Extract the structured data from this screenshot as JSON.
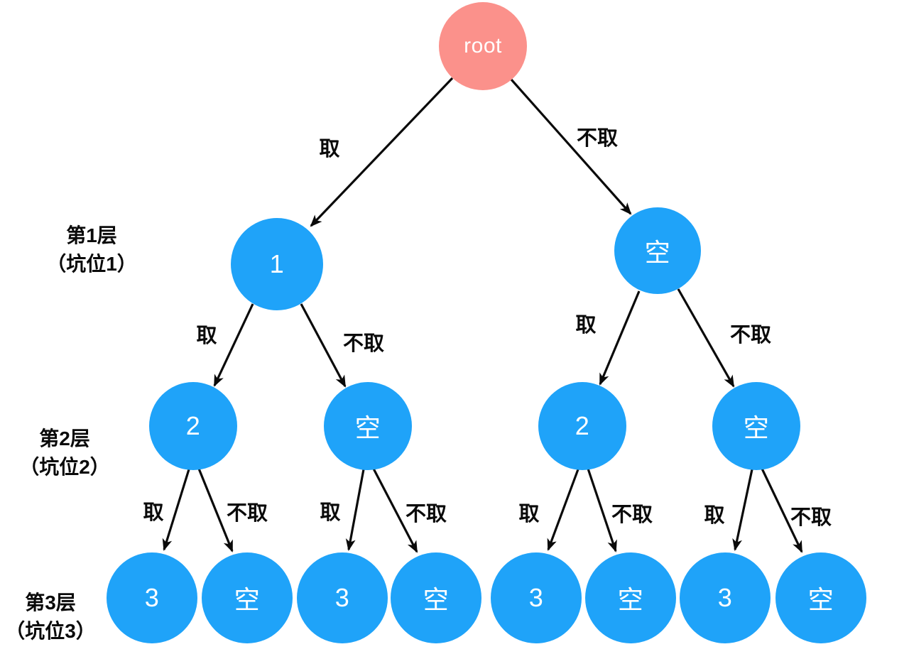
{
  "diagram": {
    "title": "subset-enumeration-decision-tree",
    "colors": {
      "node_blue": "#1FA3F9",
      "root_pink": "#FB918B",
      "arrow": "#0a0a0a",
      "label_black": "#0a0a0a",
      "node_text": "#ffffff"
    },
    "nodes": [
      {
        "id": "root",
        "label": "root"
      },
      {
        "id": "l1-take",
        "label": "1"
      },
      {
        "id": "l1-skip",
        "label": "空"
      },
      {
        "id": "l2-1",
        "label": "2"
      },
      {
        "id": "l2-2",
        "label": "空"
      },
      {
        "id": "l2-3",
        "label": "2"
      },
      {
        "id": "l2-4",
        "label": "空"
      },
      {
        "id": "l3-1",
        "label": "3"
      },
      {
        "id": "l3-2",
        "label": "空"
      },
      {
        "id": "l3-3",
        "label": "3"
      },
      {
        "id": "l3-4",
        "label": "空"
      },
      {
        "id": "l3-5",
        "label": "3"
      },
      {
        "id": "l3-6",
        "label": "空"
      },
      {
        "id": "l3-7",
        "label": "3"
      },
      {
        "id": "l3-8",
        "label": "空"
      }
    ],
    "edges": [
      {
        "from": "root",
        "to": "l1-take",
        "label": "取"
      },
      {
        "from": "root",
        "to": "l1-skip",
        "label": "不取"
      },
      {
        "from": "l1-take",
        "to": "l2-1",
        "label": "取"
      },
      {
        "from": "l1-take",
        "to": "l2-2",
        "label": "不取"
      },
      {
        "from": "l1-skip",
        "to": "l2-3",
        "label": "取"
      },
      {
        "from": "l1-skip",
        "to": "l2-4",
        "label": "不取"
      },
      {
        "from": "l2-1",
        "to": "l3-1",
        "label": "取"
      },
      {
        "from": "l2-1",
        "to": "l3-2",
        "label": "不取"
      },
      {
        "from": "l2-2",
        "to": "l3-3",
        "label": "取"
      },
      {
        "from": "l2-2",
        "to": "l3-4",
        "label": "不取"
      },
      {
        "from": "l2-3",
        "to": "l3-5",
        "label": "取"
      },
      {
        "from": "l2-3",
        "to": "l3-6",
        "label": "不取"
      },
      {
        "from": "l2-4",
        "to": "l3-7",
        "label": "取"
      },
      {
        "from": "l2-4",
        "to": "l3-8",
        "label": "不取"
      }
    ],
    "level_labels": [
      {
        "line1": "第1层",
        "line2": "（坑位1）"
      },
      {
        "line1": "第2层",
        "line2": "（坑位2）"
      },
      {
        "line1": "第3层",
        "line2": "（坑位3）"
      }
    ]
  }
}
